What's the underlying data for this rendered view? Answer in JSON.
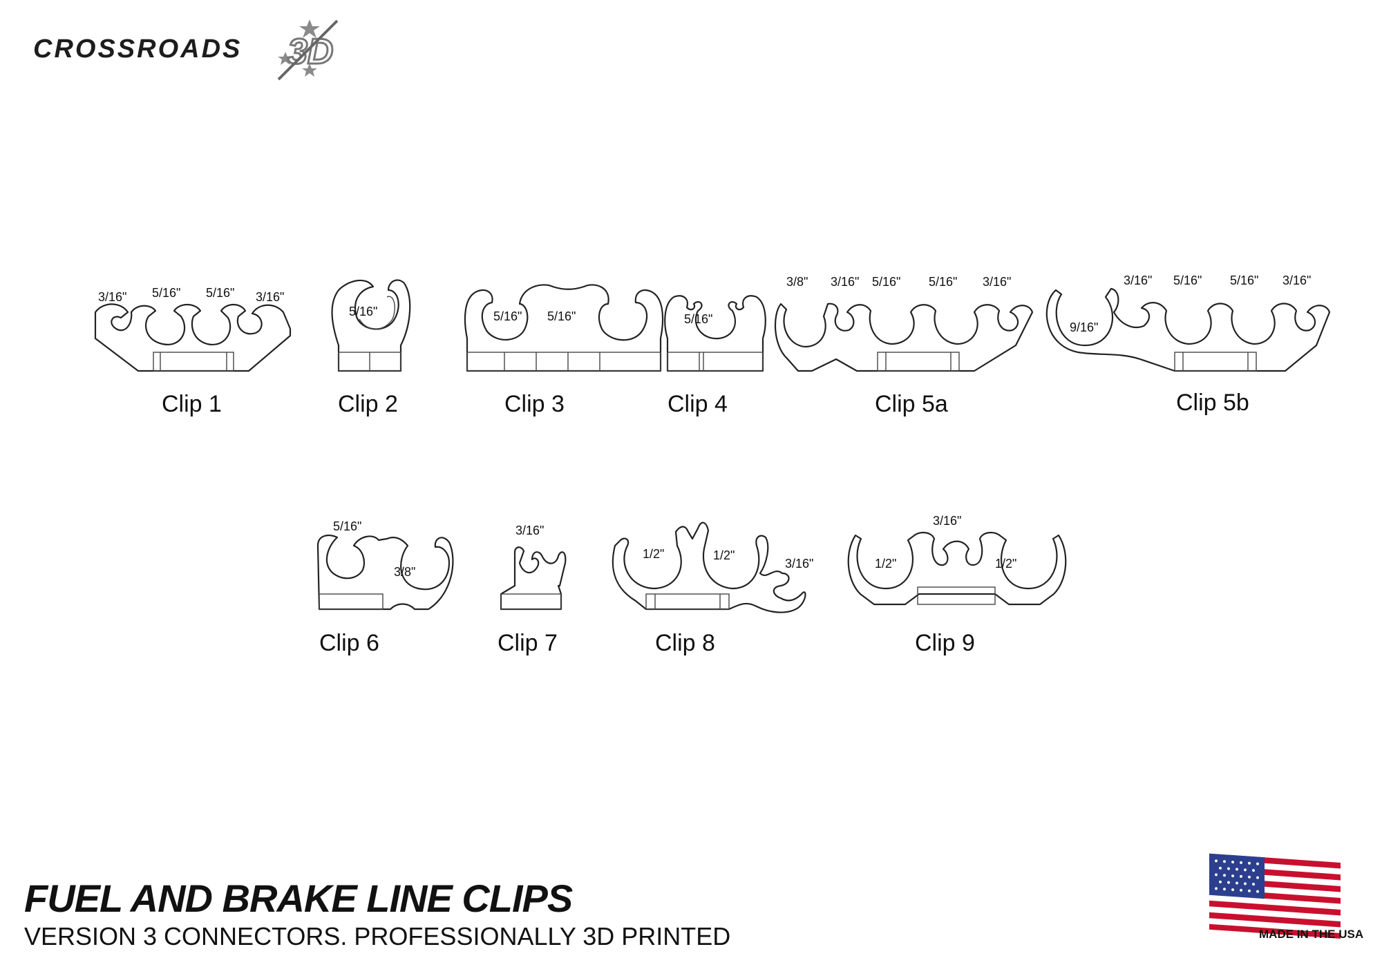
{
  "brand": {
    "name": "CROSSROADS",
    "mark": "3D"
  },
  "clips": [
    {
      "caption": "Clip 1",
      "dims": [
        "3/16\"",
        "5/16\"",
        "5/16\"",
        "3/16\""
      ]
    },
    {
      "caption": "Clip 2",
      "dims": [
        "5/16\""
      ]
    },
    {
      "caption": "Clip 3",
      "dims": [
        "5/16\"",
        "5/16\""
      ]
    },
    {
      "caption": "Clip 4",
      "dims": [
        "5/16\""
      ]
    },
    {
      "caption": "Clip 5a",
      "dims": [
        "3/8\"",
        "3/16\"",
        "5/16\"",
        "5/16\"",
        "3/16\""
      ]
    },
    {
      "caption": "Clip 5b",
      "dims": [
        "9/16\"",
        "3/16\"",
        "5/16\"",
        "5/16\"",
        "3/16\""
      ]
    },
    {
      "caption": "Clip 6",
      "dims": [
        "5/16\"",
        "3/8\""
      ]
    },
    {
      "caption": "Clip 7",
      "dims": [
        "3/16\""
      ]
    },
    {
      "caption": "Clip 8",
      "dims": [
        "1/2\"",
        "1/2\"",
        "3/16\""
      ]
    },
    {
      "caption": "Clip 9",
      "dims": [
        "3/16\"",
        "1/2\"",
        "1/2\""
      ]
    }
  ],
  "footer": {
    "title": "FUEL AND BRAKE LINE CLIPS",
    "subtitle": "VERSION 3 CONNECTORS. PROFESSIONALLY 3D PRINTED"
  },
  "badge": {
    "text": "MADE IN THE USA",
    "icon": "us-flag-icon"
  }
}
